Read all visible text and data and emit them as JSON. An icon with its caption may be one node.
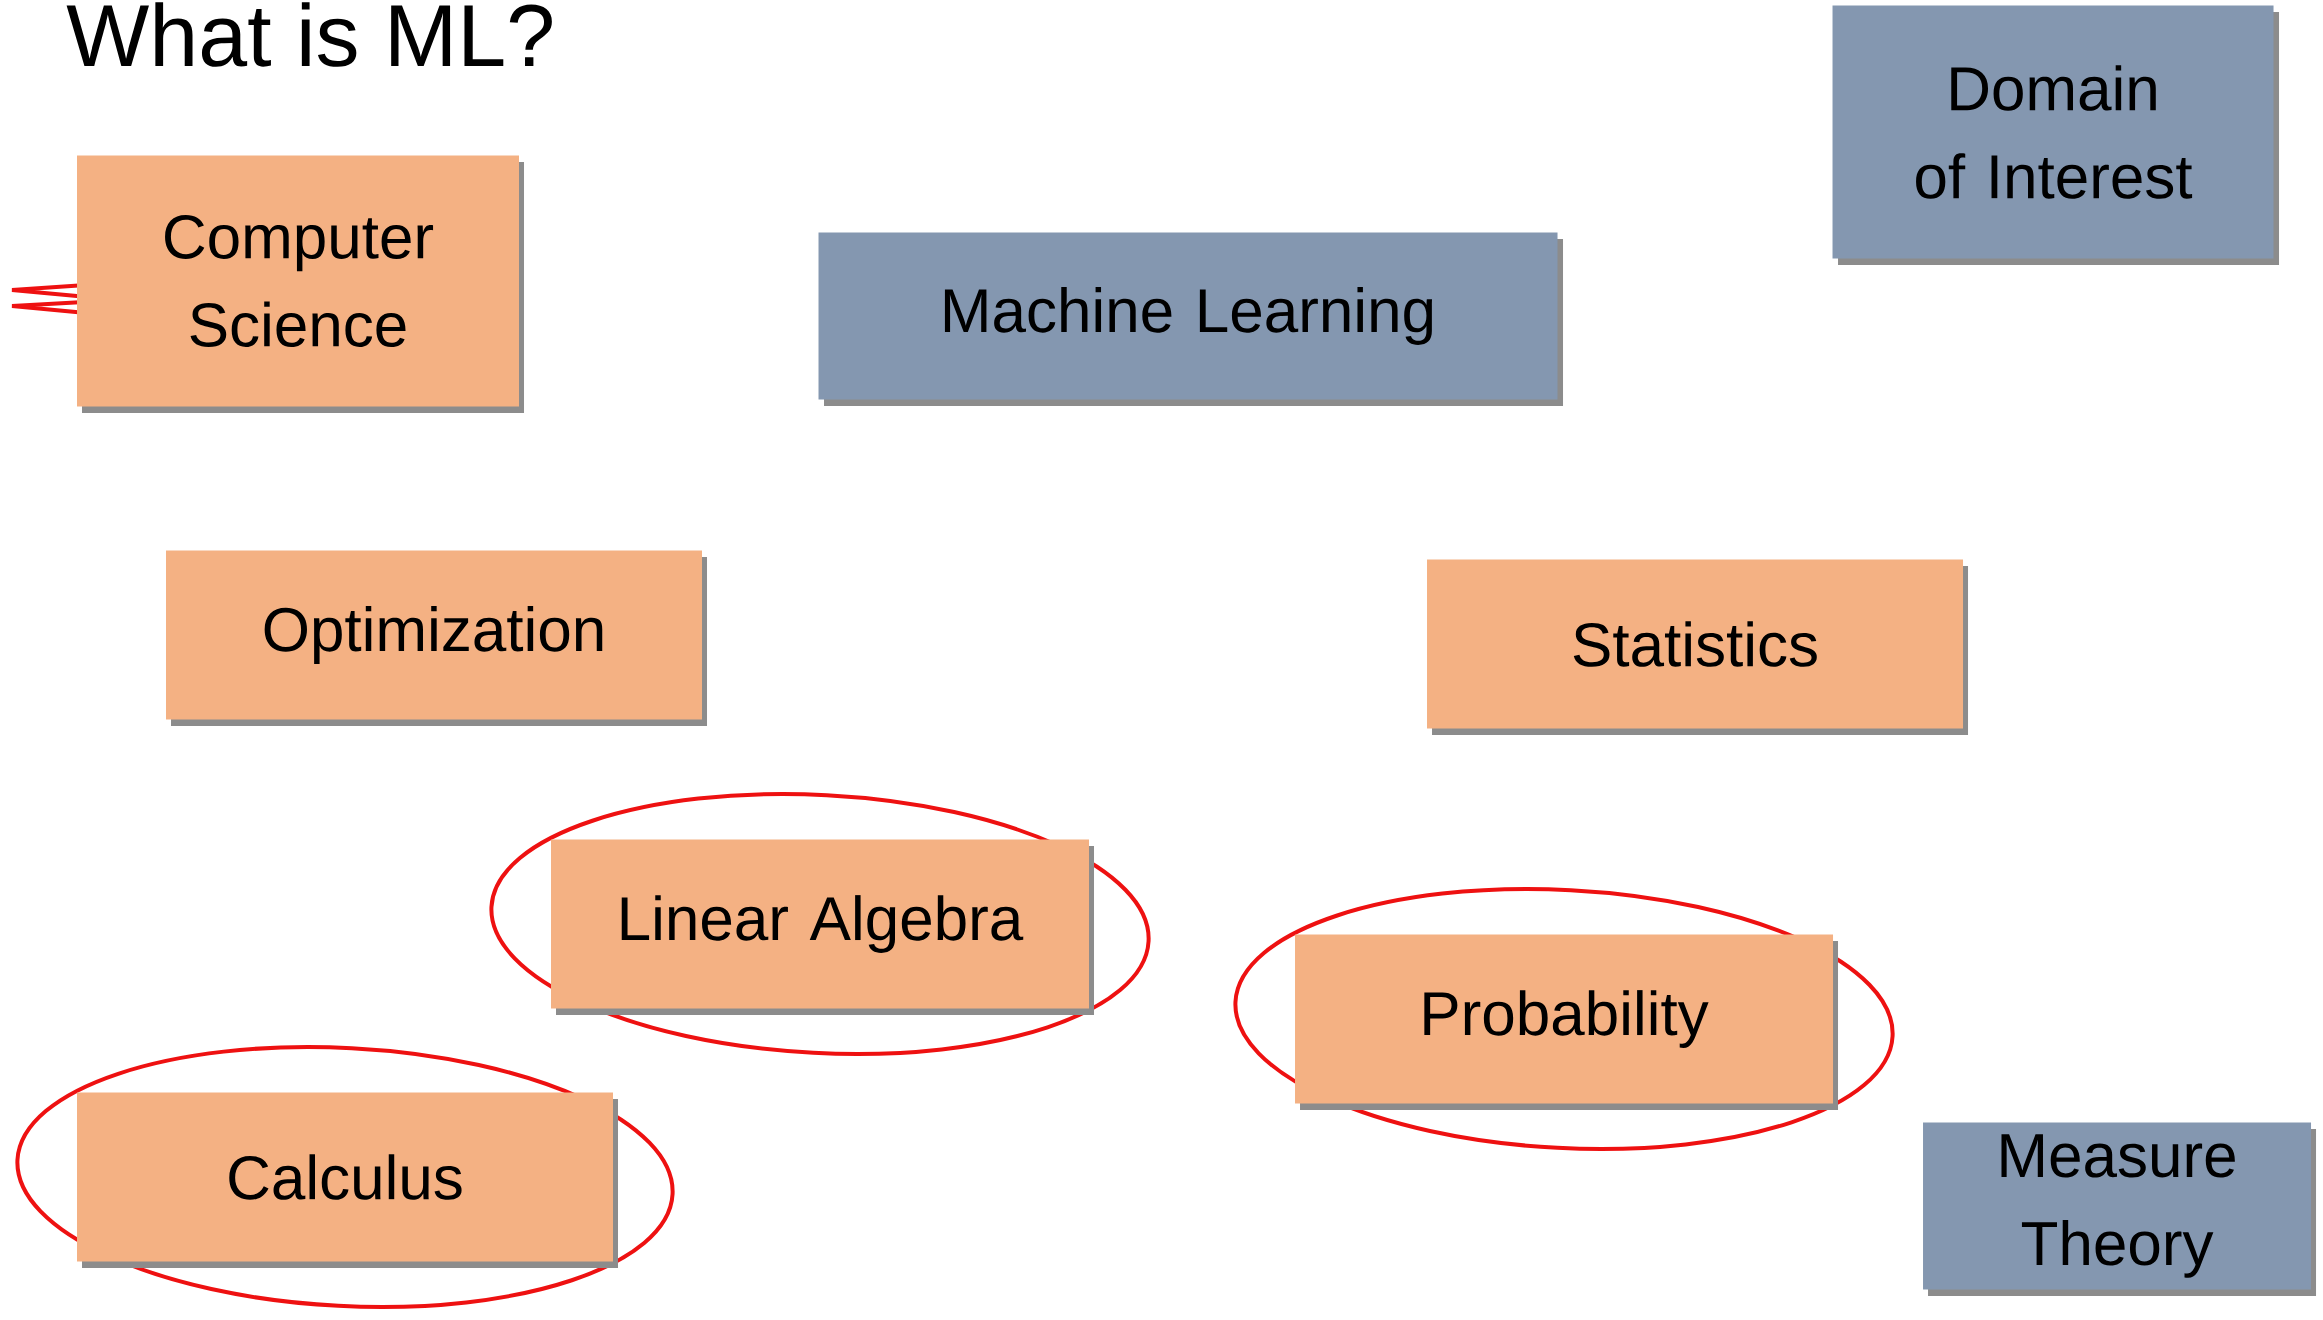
{
  "diagram": {
    "title": "What is ML?",
    "nodes": [
      {
        "text": [
          "Computer Science"
        ]
      },
      {
        "text": [
          "Machine Learning"
        ]
      },
      {
        "text": [
          "Domain of Interest"
        ]
      },
      {
        "text": [
          "Optimization"
        ]
      },
      {
        "text": [
          "Statistics"
        ]
      },
      {
        "text": [
          "Linear Algebra"
        ]
      },
      {
        "text": [
          "Probability"
        ]
      },
      {
        "text": [
          "Calculus"
        ]
      },
      {
        "text": [
          "Measure Theory"
        ]
      }
    ]
  }
}
